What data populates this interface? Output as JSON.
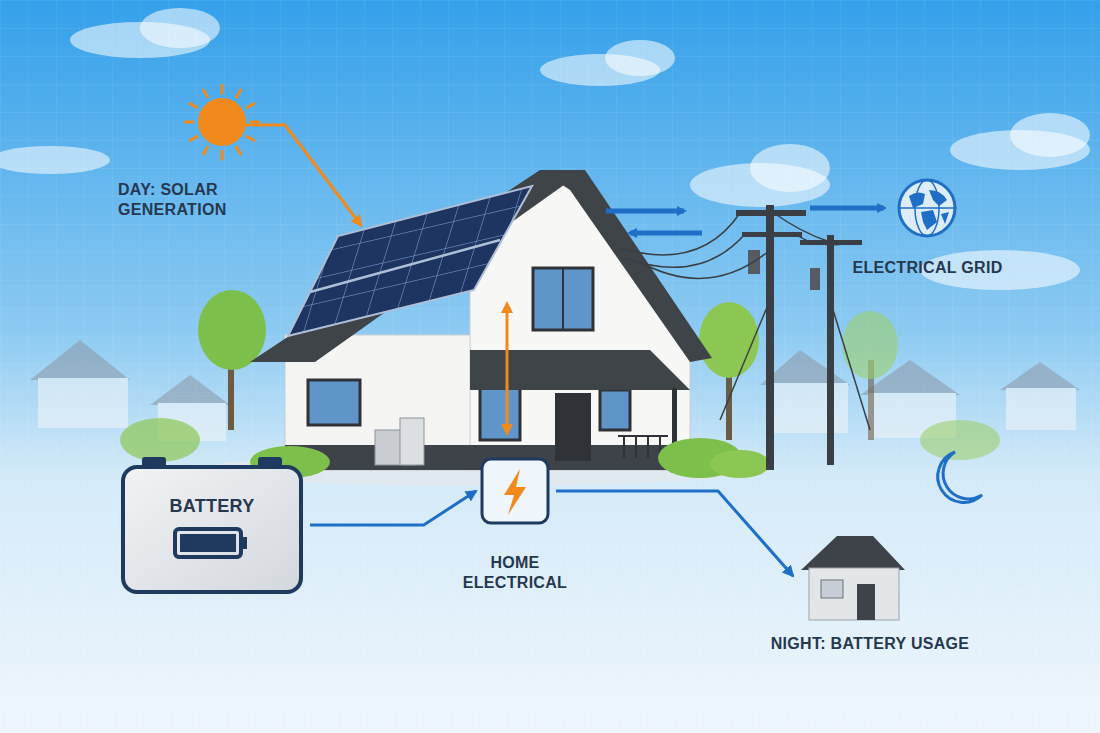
{
  "diagram": {
    "nodes": [
      {
        "text": [
          "DAY: SOLAR GENERATION"
        ]
      },
      {
        "text": [
          "ELECTRICAL GRID"
        ]
      },
      {
        "text": [
          "BATTERY"
        ]
      },
      {
        "text": [
          "HOME ELECTRICAL"
        ]
      },
      {
        "text": [
          "NIGHT: BATTERY USAGE"
        ]
      }
    ],
    "edges": [
      {
        "from": 2,
        "to": 3,
        "arrow": "to"
      },
      {
        "from": 3,
        "to": 4,
        "arrow": "to"
      }
    ]
  }
}
